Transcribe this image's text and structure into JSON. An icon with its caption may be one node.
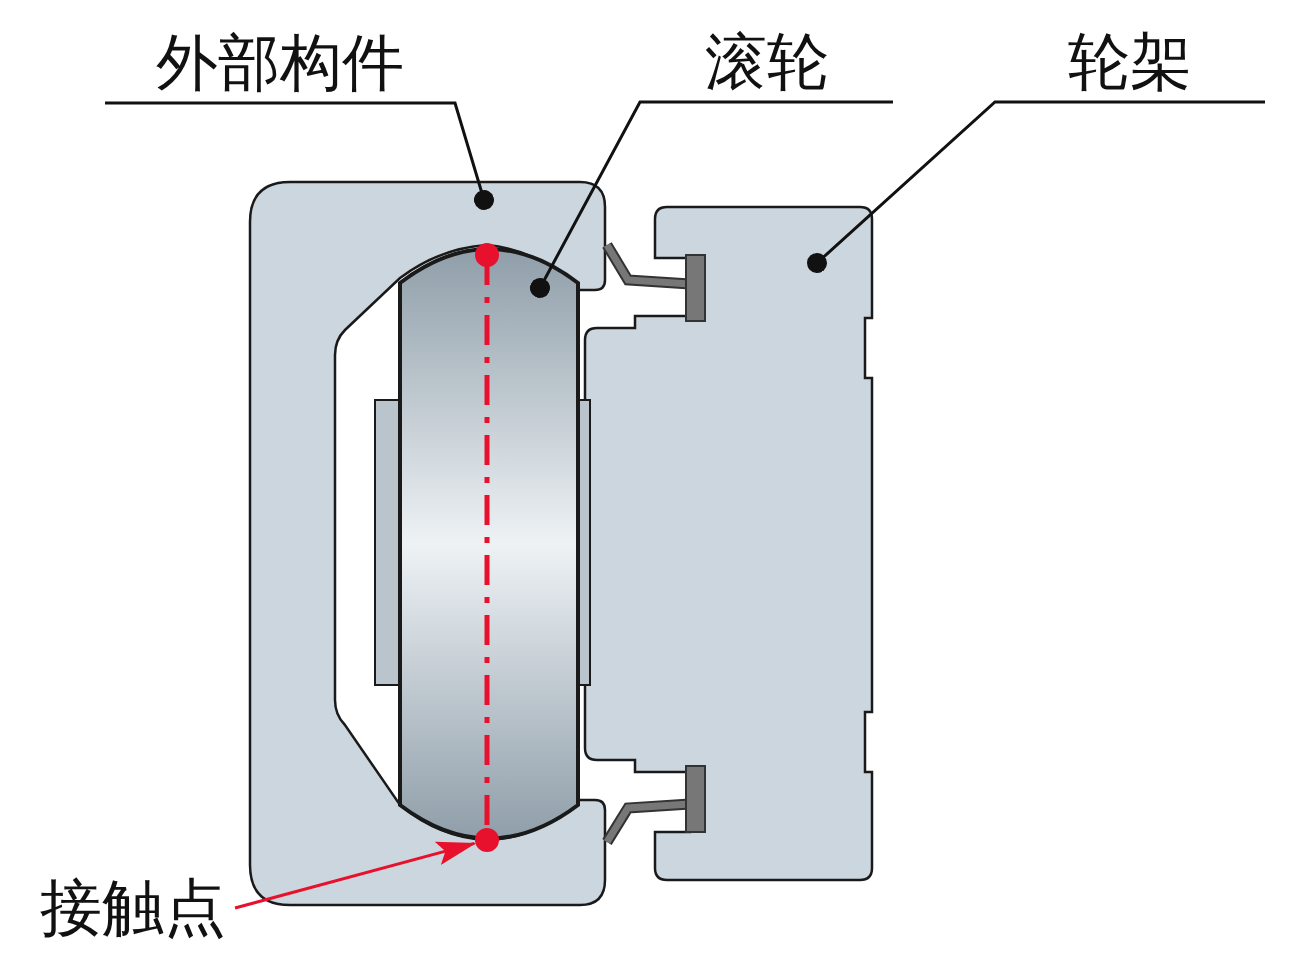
{
  "diagram": {
    "nodes": [
      {
        "text": [
          "外部构件"
        ]
      },
      {
        "text": [
          "滚轮"
        ]
      },
      {
        "text": [
          "轮架"
        ]
      },
      {
        "text": [
          "接触点"
        ]
      },
      {
        "text": [],
        "shape": "circle"
      }
    ],
    "edges": [
      {
        "from": 0,
        "to": null,
        "arrow": "other"
      },
      {
        "from": 1,
        "to": null,
        "arrow": "other"
      },
      {
        "from": 2,
        "to": null,
        "arrow": "other"
      },
      {
        "from": 3,
        "to": 4,
        "arrow": "to",
        "color": "#e8112d"
      }
    ]
  }
}
